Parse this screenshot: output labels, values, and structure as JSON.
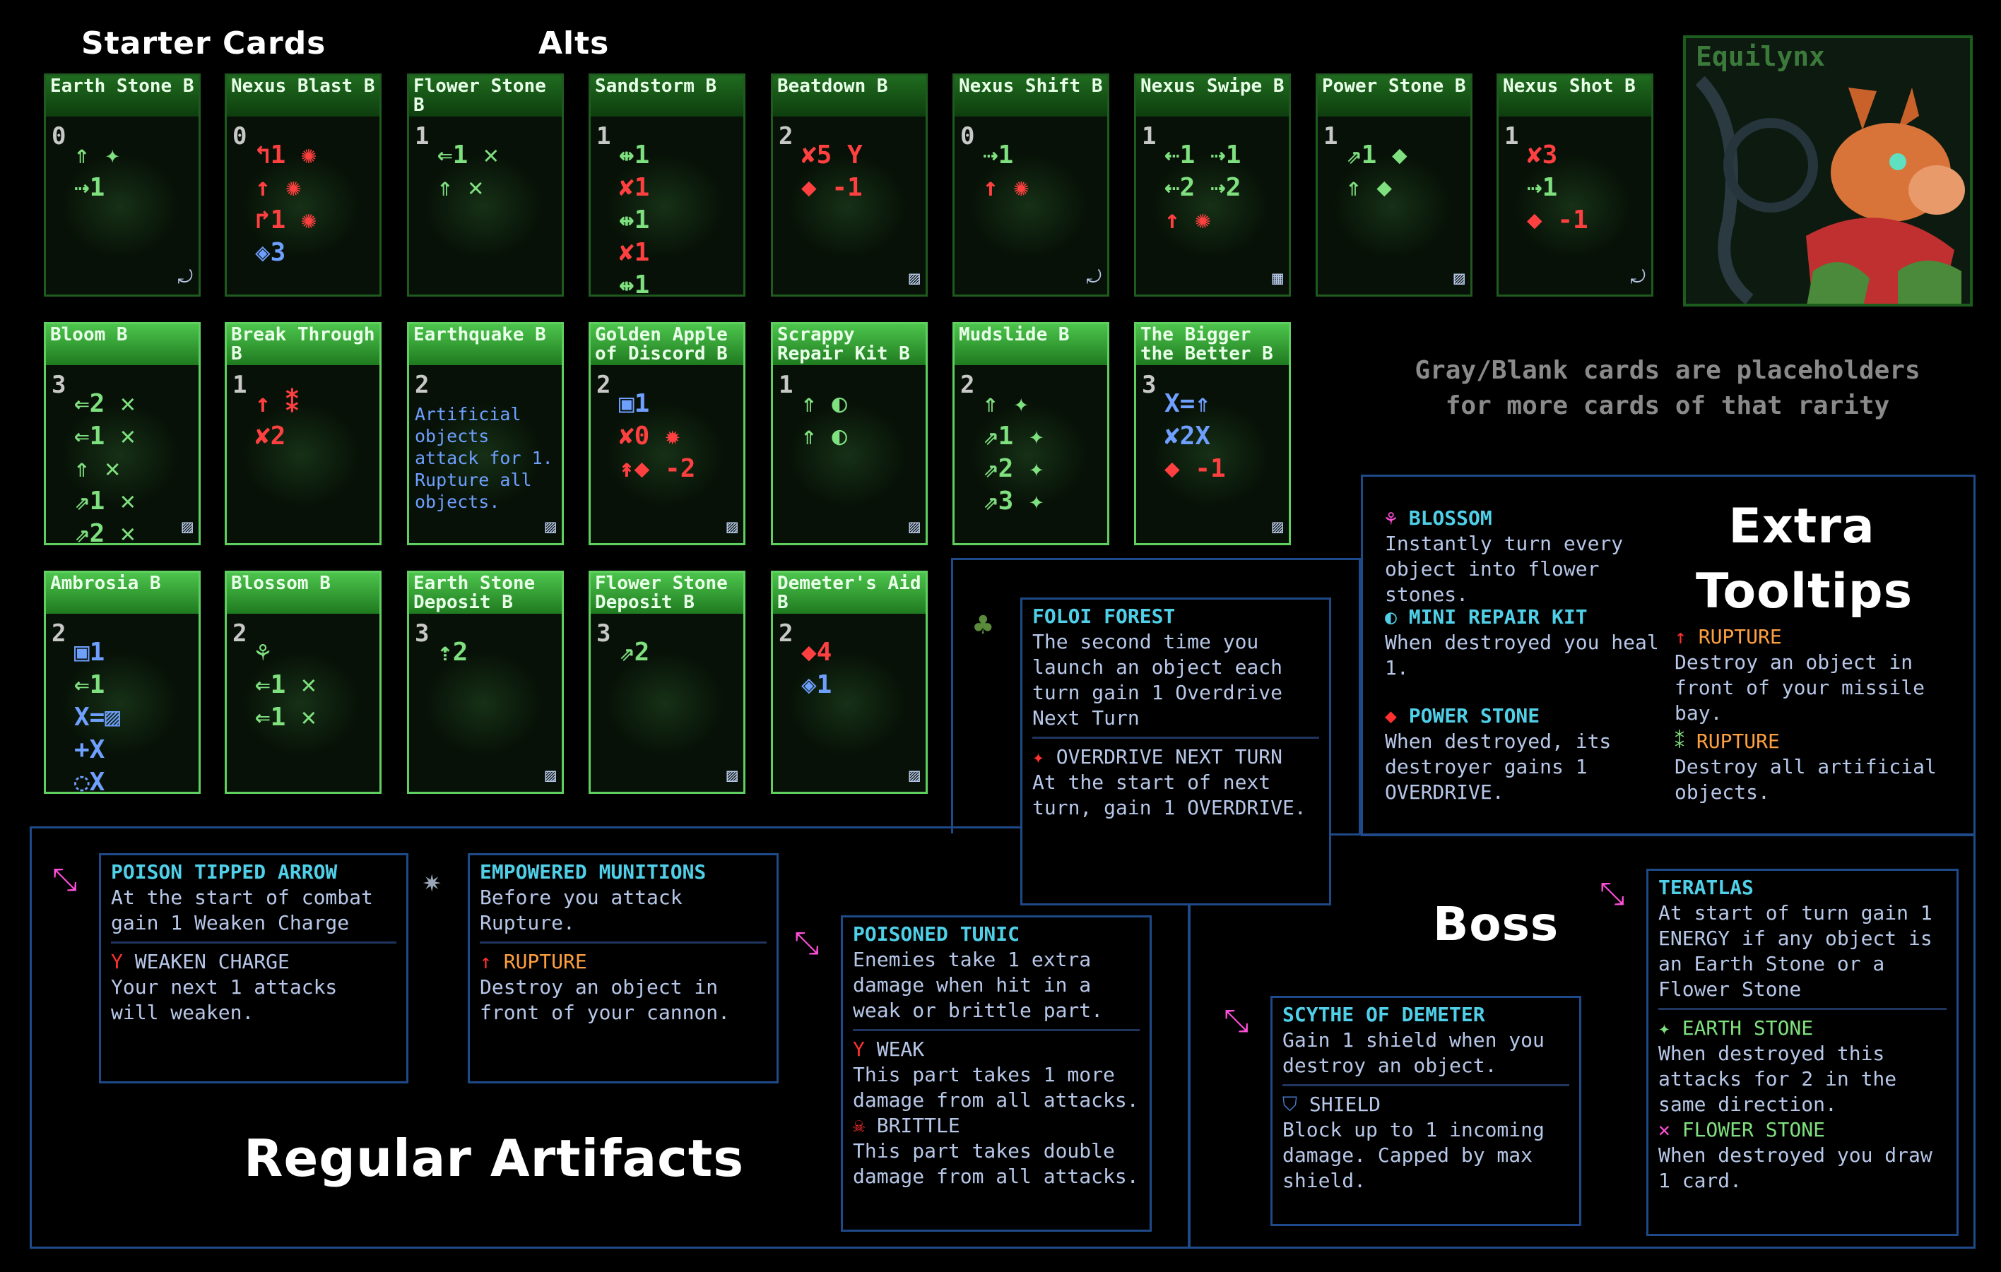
{
  "headers": {
    "starter": "Starter Cards",
    "alts": "Alts",
    "regular": "Regular Artifacts",
    "boss": "Boss",
    "extra": "Extra\nTooltips",
    "note": "Gray/Blank cards are placeholders\nfor more cards of that rarity"
  },
  "character": {
    "name": "Equilynx"
  },
  "cards": [
    {
      "name": "Earth Stone B",
      "cost": "0",
      "effects": [
        "⇑ ✦",
        "⇢1"
      ],
      "corner": "⤾"
    },
    {
      "name": "Nexus Blast B",
      "cost": "0",
      "effects": [
        "↰1 ✺",
        "↑ ✺",
        "↱1 ✺",
        "◈3"
      ],
      "corner": ""
    },
    {
      "name": "Flower Stone B",
      "cost": "1",
      "effects": [
        "⇐1 ✕",
        "⇑ ✕"
      ],
      "corner": ""
    },
    {
      "name": "Sandstorm B",
      "cost": "1",
      "effects": [
        "⇹1",
        "✘1",
        "⇹1",
        "✘1",
        "⇹1"
      ],
      "corner": ""
    },
    {
      "name": "Beatdown B",
      "cost": "2",
      "effects": [
        "✘5 Y",
        "◆ -1"
      ],
      "corner": "▨"
    },
    {
      "name": "Nexus Shift B",
      "cost": "0",
      "effects": [
        "⇢1",
        "↑ ✺"
      ],
      "corner": "⤾"
    },
    {
      "name": "Nexus Swipe B",
      "cost": "1",
      "effects": [
        "⇠1 ⇢1",
        "⇠2 ⇢2",
        "↑ ✺"
      ],
      "corner": "▦"
    },
    {
      "name": "Power Stone B",
      "cost": "1",
      "effects": [
        "⇗1 ◆",
        "⇑ ◆"
      ],
      "corner": "▨"
    },
    {
      "name": "Nexus Shot B",
      "cost": "1",
      "effects": [
        "✘3",
        "⇢1",
        "◆ -1"
      ],
      "corner": "⤾"
    },
    {
      "name": "Bloom B",
      "cost": "3",
      "effects": [
        "⇐2 ✕",
        "⇐1 ✕",
        "⇑ ✕",
        "⇗1 ✕",
        "⇗2 ✕"
      ],
      "corner": "▨"
    },
    {
      "name": "Break Through B",
      "cost": "1",
      "effects": [
        "↑ ⁑",
        "✘2"
      ],
      "corner": ""
    },
    {
      "name": "Earthquake B",
      "cost": "2",
      "desc": "Artificial objects attack for 1. Rupture all objects.",
      "corner": "▨"
    },
    {
      "name": "Golden Apple of Discord B",
      "cost": "2",
      "effects": [
        "▣1",
        "✘0 ✹",
        "↟◆ -2"
      ],
      "corner": "▨"
    },
    {
      "name": "Scrappy Repair Kit B",
      "cost": "1",
      "effects": [
        "⇑ ◐",
        "⇑ ◐"
      ],
      "corner": "▨"
    },
    {
      "name": "Mudslide B",
      "cost": "2",
      "effects": [
        "⇑ ✦",
        "⇗1 ✦",
        "⇗2 ✦",
        "⇗3 ✦"
      ],
      "corner": ""
    },
    {
      "name": "The Bigger the Better B",
      "cost": "3",
      "effects": [
        "X=⇑",
        "✘2X",
        "◆ -1"
      ],
      "corner": "▨"
    },
    {
      "name": "Ambrosia B",
      "cost": "2",
      "effects": [
        "▣1",
        "⇐1",
        "X=▨",
        "+X",
        "◌X"
      ],
      "corner": ""
    },
    {
      "name": "Blossom B",
      "cost": "2",
      "effects": [
        "⚘",
        "⇐1 ✕",
        "⇐1 ✕"
      ],
      "corner": ""
    },
    {
      "name": "Earth Stone Deposit B",
      "cost": "3",
      "effects": [
        "⇡2"
      ],
      "corner": "▨"
    },
    {
      "name": "Flower Stone Deposit B",
      "cost": "3",
      "effects": [
        "⇗2"
      ],
      "corner": "▨"
    },
    {
      "name": "Demeter's Aid B",
      "cost": "2",
      "effects": [
        "◆4",
        "◈1"
      ],
      "corner": "▨"
    }
  ],
  "tooltips": {
    "poison_arrow": {
      "title": "POISON TIPPED ARROW",
      "text": "At the start of combat gain 1 Weaken Charge",
      "sub_title": "WEAKEN CHARGE",
      "sub_text": "Your next 1 attacks will weaken."
    },
    "empowered": {
      "title": "EMPOWERED MUNITIONS",
      "text": "Before you attack Rupture.",
      "sub_title": "RUPTURE",
      "sub_text": "Destroy an object in front of your cannon."
    },
    "tunic": {
      "title": "POISONED TUNIC",
      "text": "Enemies take 1 extra damage when hit in a weak or brittle part.",
      "weak_title": "WEAK",
      "weak_text": "This part takes 1 more damage from all attacks.",
      "brittle_title": "BRITTLE",
      "brittle_text": "This part takes double damage from all attacks."
    },
    "foloi": {
      "title": "FOLOI FOREST",
      "text": "The second time you launch an object each turn gain 1 Overdrive Next Turn",
      "sub_title": "OVERDRIVE NEXT TURN",
      "sub_text": "At the start of next turn, gain 1 OVERDRIVE."
    },
    "scythe": {
      "title": "SCYTHE OF DEMETER",
      "text": "Gain 1 shield when you destroy an object.",
      "sub_title": "SHIELD",
      "sub_text": "Block up to 1 incoming damage. Capped by max shield."
    },
    "teratlas": {
      "title": "TERATLAS",
      "text": "At start of turn gain 1 ENERGY if any object is an Earth Stone or a Flower Stone",
      "s1_title": "EARTH STONE",
      "s1_text": "When destroyed this attacks for 2 in the same direction.",
      "s2_title": "FLOWER STONE",
      "s2_text": "When destroyed you draw 1 card."
    }
  },
  "extra": {
    "blossom_title": "BLOSSOM",
    "blossom_text": "Instantly turn every object into flower stones.",
    "repair_title": "MINI REPAIR KIT",
    "repair_text": "When destroyed you heal 1.",
    "power_title": "POWER STONE",
    "power_text": "When destroyed, its destroyer gains 1 OVERDRIVE.",
    "rupture1_title": "RUPTURE",
    "rupture1_text": "Destroy an object in front of your missile bay.",
    "rupture2_title": "RUPTURE",
    "rupture2_text": "Destroy all artificial objects."
  },
  "colors": {
    "card_border": "#1f5a1f",
    "panel_border": "#1f4a8a",
    "title": "#4fd0e8",
    "pink": "#ff4fd8",
    "orange": "#ffa040"
  }
}
